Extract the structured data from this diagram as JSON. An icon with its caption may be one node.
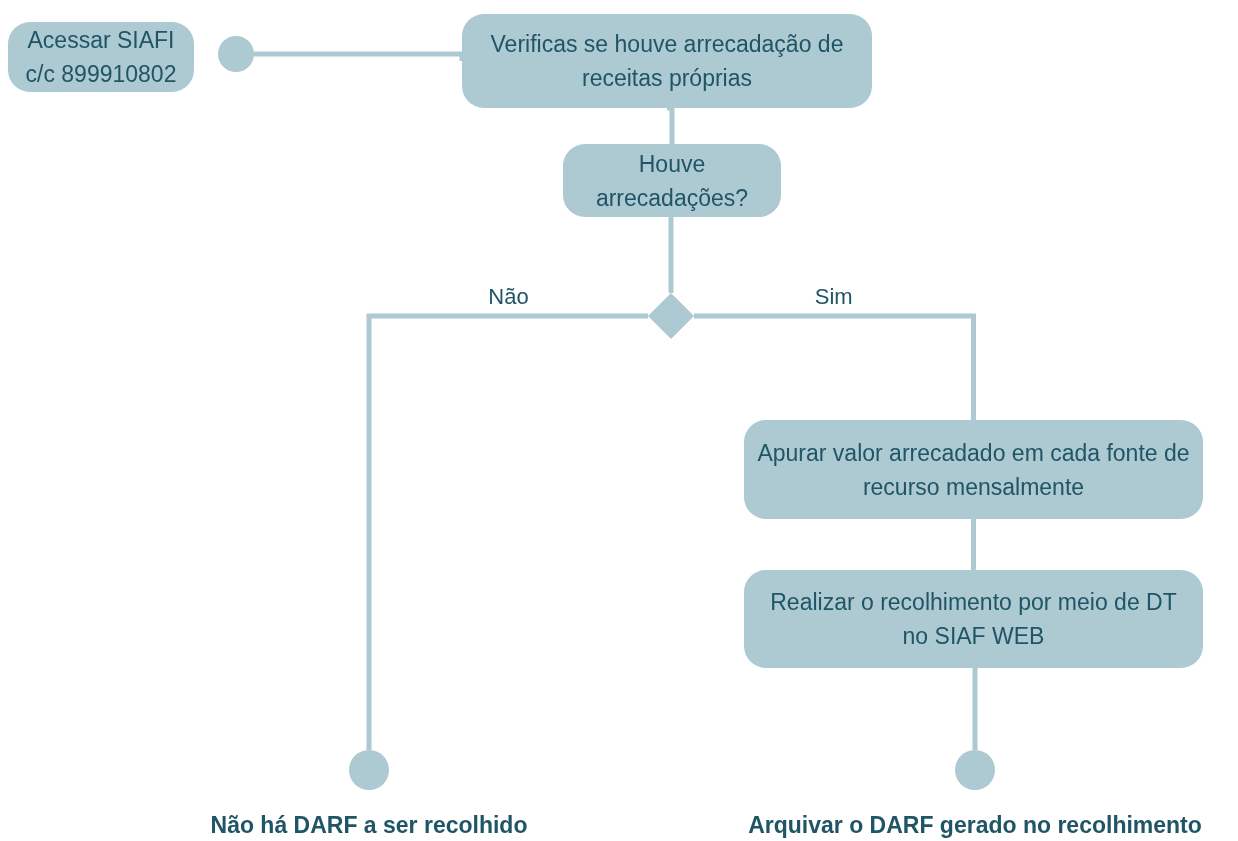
{
  "diagram": {
    "nodes": [
      {
        "text": [
          "Acessar SIAFI c/c 899910802"
        ]
      },
      {
        "text": [],
        "shape": "circle"
      },
      {
        "text": [
          "Verificas se houve arrecadação de receitas próprias"
        ]
      },
      {
        "text": [
          "Houve arrecadações?"
        ]
      },
      {
        "text": [],
        "shape": "diamond"
      },
      {
        "text": [
          "Apurar valor arrecadado em cada fonte de recurso mensalmente"
        ]
      },
      {
        "text": [
          "Realizar o recolhimento por meio de DT no SIAF WEB"
        ]
      },
      {
        "text": [],
        "shape": "circle",
        "beside": [
          "Não há DARF a ser recolhido"
        ]
      },
      {
        "text": [],
        "shape": "circle",
        "beside": [
          "Arquivar o DARF gerado no recolhimento"
        ]
      }
    ],
    "edges": [
      {
        "from": 1,
        "to": 2,
        "arrow": "none"
      },
      {
        "from": 2,
        "to": 3,
        "arrow": "none"
      },
      {
        "from": 3,
        "to": 4,
        "arrow": "none"
      },
      {
        "from": 4,
        "to": 7,
        "arrow": "none",
        "label": "Não"
      },
      {
        "from": 4,
        "to": 5,
        "arrow": "none",
        "label": "Sim"
      },
      {
        "from": 5,
        "to": 6,
        "arrow": "none"
      },
      {
        "from": 6,
        "to": 8,
        "arrow": "none"
      }
    ]
  }
}
